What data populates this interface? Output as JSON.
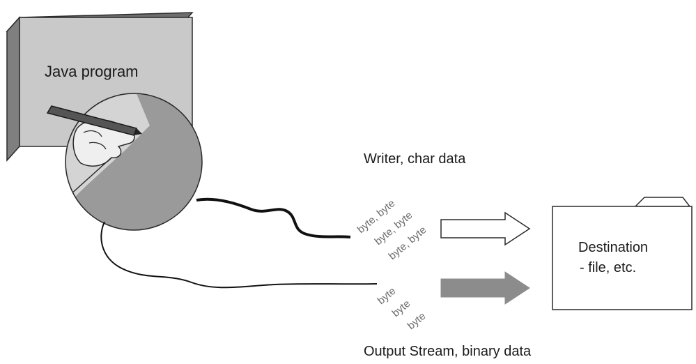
{
  "source": {
    "label": "Java program"
  },
  "writer_channel": {
    "label": "Writer, char data",
    "data_lines": [
      "byte, byte",
      "byte, byte",
      "byte, byte"
    ]
  },
  "stream_channel": {
    "label": "Output Stream, binary data",
    "data_lines": [
      "byte",
      "byte",
      "byte"
    ]
  },
  "destination": {
    "line1": "Destination",
    "line2": "- file, etc."
  },
  "colors": {
    "box_side": "#7f7f7f",
    "box_face": "#c9c9c9",
    "lens_fill": "#9a9a9a",
    "binary_arrow": "#8c8c8c",
    "byte_text": "#6a6a6a"
  }
}
